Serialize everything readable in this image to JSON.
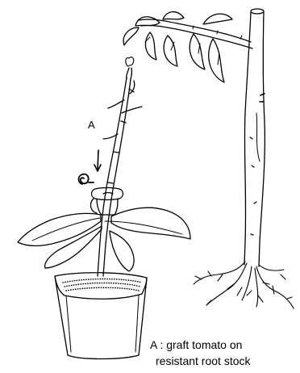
{
  "diagram": {
    "label_a": "A",
    "caption_line1": "A : graft tomato on",
    "caption_line2": "resistant root stock",
    "ink_color": "#000000",
    "background": "#ffffff"
  }
}
